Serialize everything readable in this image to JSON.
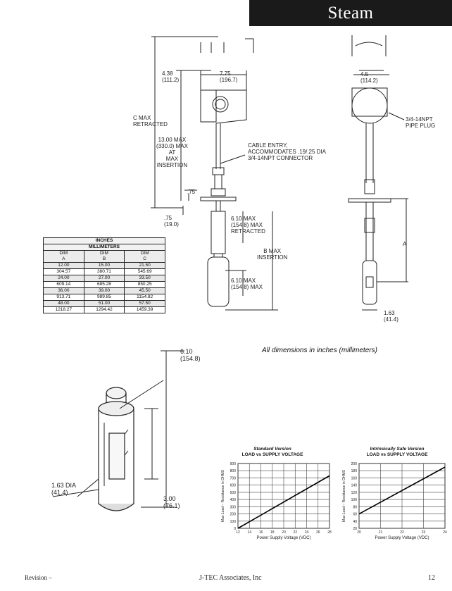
{
  "header": {
    "section": "Steam"
  },
  "drawing_labels": {
    "d438": "4.38\n(111.2)",
    "d775": "7.75\n(196.7)",
    "cmax": "C MAX\nRETRACTED",
    "d1300": "13.00 MAX\n(330.0) MAX\nAT\nMAX\nINSERTION",
    "cable": "CABLE ENTRY,\nACCOMMODATES .19/.25 DIA\n3/4-14NPT CONNECTOR",
    "d75a": ".75",
    "d75b": ".75\n(19.0)",
    "d610a": "6.10 MAX\n(154.8) MAX\nRETRACTED",
    "bmax": "B MAX\nINSERTION",
    "d610b": "6.10 MAX\n(154.8) MAX",
    "d45": "4.5\n(114.2)",
    "npt": "3/4-14NPT\nPIPE PLUG",
    "amark": "A",
    "d163": "1.63\n(41.4)",
    "iso610": "6.10\n(154.8)",
    "iso163": "1.63 DIA\n(41.4)",
    "iso300": "3.00\n(76.1)"
  },
  "table": {
    "title1": "INCHES",
    "title2": "MILLIMETERS",
    "headers": [
      "DIM\nA",
      "DIM\nB",
      "DIM\nC"
    ],
    "rows": [
      [
        "12.00",
        "15.00",
        "21.50"
      ],
      [
        "304.57",
        "380.71",
        "545.69"
      ],
      [
        "24.00",
        "27.00",
        "33.50"
      ],
      [
        "609.14",
        "685.28",
        "850.25"
      ],
      [
        "36.00",
        "39.00",
        "45.50"
      ],
      [
        "913.71",
        "989.85",
        "1154.82"
      ],
      [
        "48.00",
        "51.00",
        "57.50"
      ],
      [
        "1218.27",
        "1294.42",
        "1459.39"
      ]
    ]
  },
  "note": "All dimensions in inches (millimeters)",
  "chart_data": [
    {
      "type": "line",
      "title": "Standard Version",
      "subtitle": "LOAD vs SUPPLY VOLTAGE",
      "xlabel": "Power Supply Voltage (VDC)",
      "ylabel": "Max Load – Resistance in OHMS",
      "x_ticks": [
        "12",
        "14",
        "16",
        "18",
        "20",
        "22",
        "24",
        "26",
        "28"
      ],
      "y_ticks": [
        "0",
        "100",
        "200",
        "300",
        "400",
        "500",
        "600",
        "700",
        "800",
        "900"
      ],
      "xlim": [
        12,
        28
      ],
      "ylim": [
        0,
        900
      ],
      "grid": true,
      "x": [
        12,
        28
      ],
      "y": [
        0,
        730
      ]
    },
    {
      "type": "line",
      "title": "Intrinsically Safe Version",
      "subtitle": "LOAD vs SUPPLY VOLTAGE",
      "xlabel": "Power Supply Voltage (VDC)",
      "ylabel": "Max Load – Resistance in OHMS",
      "x_ticks": [
        "20",
        "21",
        "22",
        "23",
        "24"
      ],
      "y_ticks": [
        "20",
        "40",
        "60",
        "80",
        "100",
        "120",
        "140",
        "160",
        "180",
        "200"
      ],
      "xlim": [
        20,
        24
      ],
      "ylim": [
        20,
        200
      ],
      "grid": true,
      "x": [
        20,
        24
      ],
      "y": [
        60,
        190
      ]
    }
  ],
  "footer": {
    "left": "Revision –",
    "center": "J-TEC Associates, Inc",
    "right": "12"
  }
}
